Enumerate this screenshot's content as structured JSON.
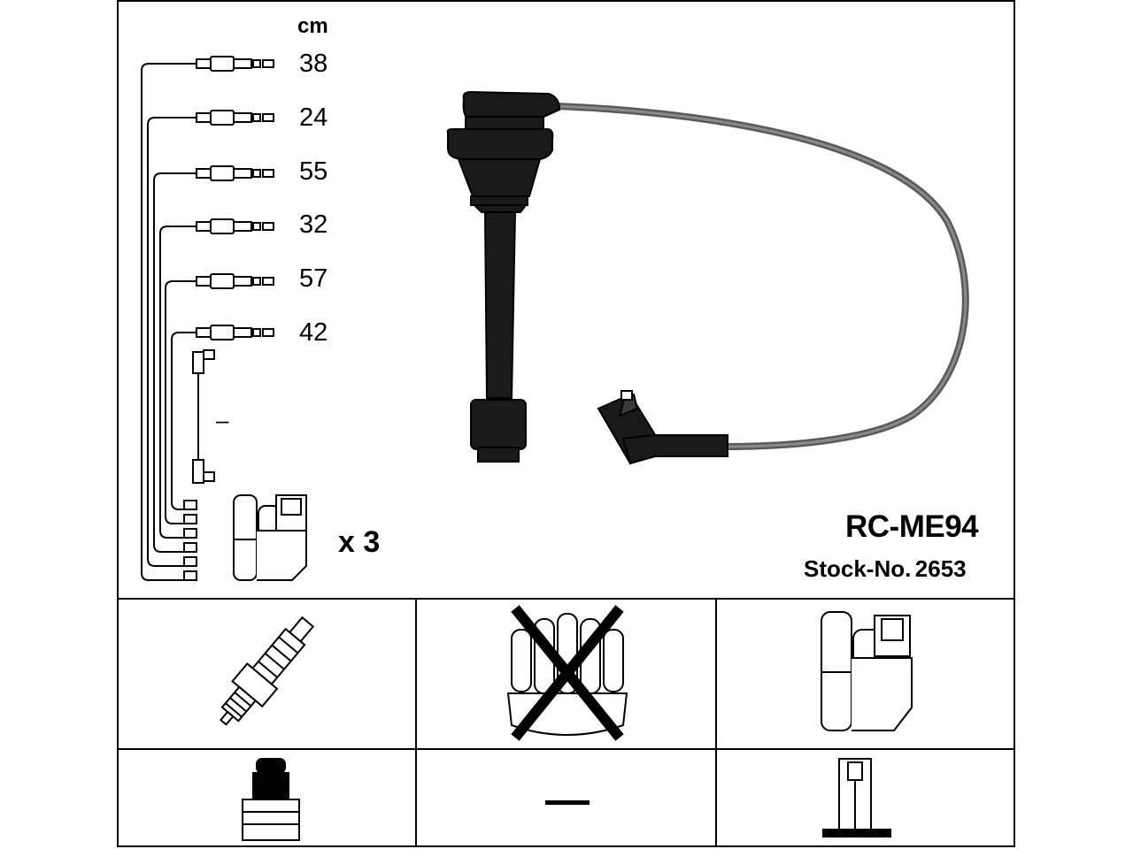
{
  "units": "cm",
  "lengths": [
    "38",
    "24",
    "55",
    "32",
    "57",
    "42"
  ],
  "extra_lead_label": "–",
  "coil_quantity": "x 3",
  "product_code": "RC-ME94",
  "stock_prefix": "Stock-No.",
  "stock_number": "2653",
  "cells": {
    "plug_type": "spark-plug",
    "distributor_cap": "distributor-cap-crossed",
    "coil_pack": "ignition-coil",
    "plug_connector": "plug-terminal",
    "cap_connector_label": "–",
    "coil_connector": "coil-terminal"
  },
  "colors": {
    "ink": "#000000",
    "wire": "#5a5a5a",
    "boot": "#1a1a1a"
  }
}
